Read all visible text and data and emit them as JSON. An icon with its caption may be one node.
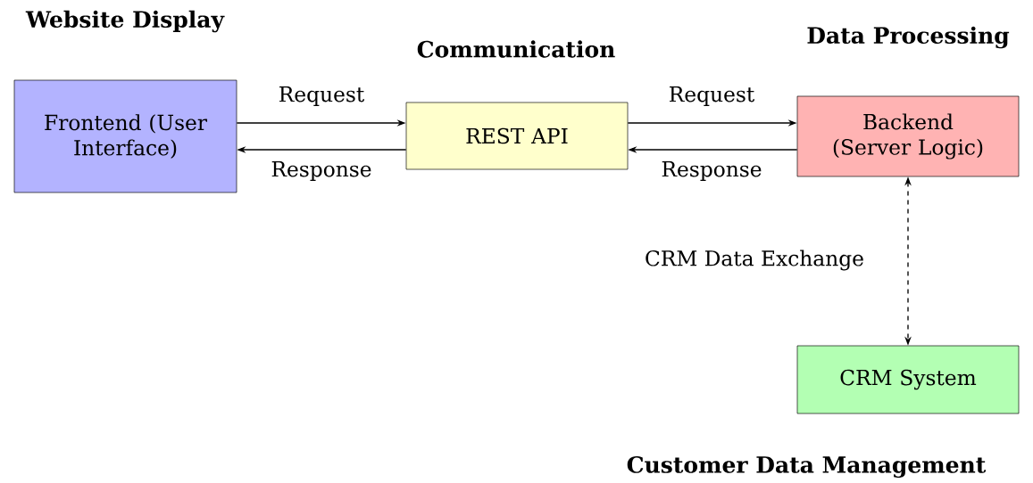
{
  "diagram": {
    "nodes": [
      {
        "text": [
          "Frontend (User Interface)"
        ],
        "beside": [
          "Website Display"
        ]
      },
      {
        "text": [
          "REST API"
        ],
        "beside": [
          "Communication"
        ]
      },
      {
        "text": [
          "Backend (Server Logic)"
        ],
        "beside": [
          "Data Processing"
        ]
      },
      {
        "text": [
          "CRM System"
        ],
        "beside": [
          "Customer Data Management"
        ]
      }
    ],
    "edges": [
      {
        "from": 0,
        "to": 1,
        "arrow": "to",
        "label": "Request"
      },
      {
        "from": 1,
        "to": 0,
        "arrow": "to",
        "label": "Response"
      },
      {
        "from": 1,
        "to": 2,
        "arrow": "to",
        "label": "Request"
      },
      {
        "from": 2,
        "to": 1,
        "arrow": "to",
        "label": "Response"
      },
      {
        "from": 2,
        "to": 3,
        "arrow": "both",
        "label": "CRM Data Exchange",
        "style": "dashed"
      }
    ]
  }
}
